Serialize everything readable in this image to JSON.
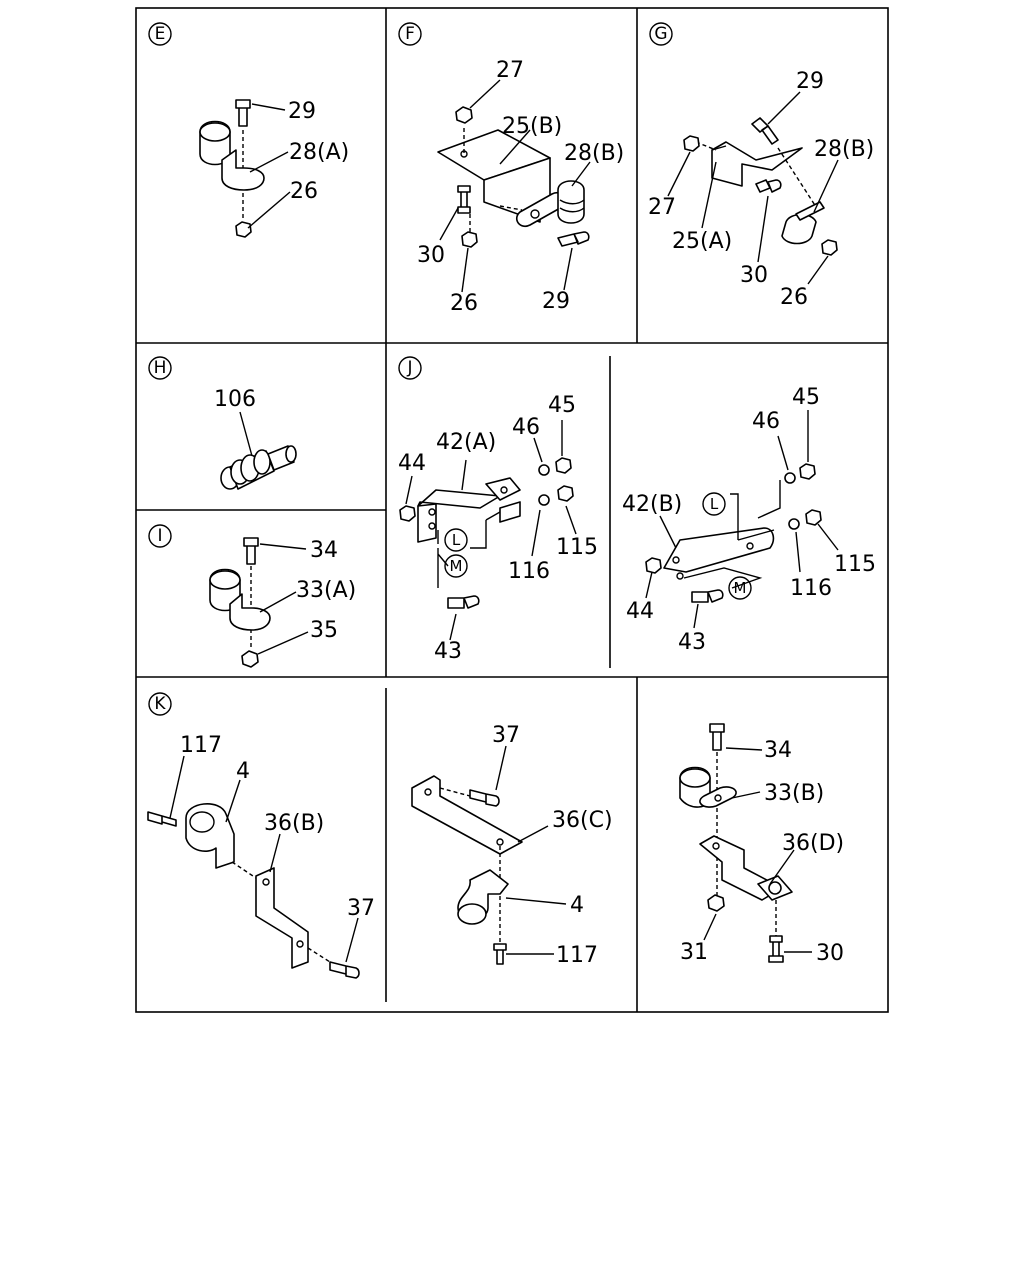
{
  "panels": {
    "E": {
      "letter": "E",
      "labels": {
        "p29": "29",
        "p28a": "28(A)",
        "p26": "26"
      }
    },
    "F": {
      "letter": "F",
      "labels": {
        "p27": "27",
        "p25b": "25(B)",
        "p28b": "28(B)",
        "p30": "30",
        "p26": "26",
        "p29": "29"
      }
    },
    "G": {
      "letter": "G",
      "labels": {
        "p29": "29",
        "p28b": "28(B)",
        "p27": "27",
        "p25a": "25(A)",
        "p30": "30",
        "p26": "26"
      }
    },
    "H": {
      "letter": "H",
      "labels": {
        "p106": "106"
      }
    },
    "I": {
      "letter": "I",
      "labels": {
        "p34": "34",
        "p33a": "33(A)",
        "p35": "35"
      }
    },
    "J": {
      "letter": "J",
      "left": {
        "p42a": "42(A)",
        "p46": "46",
        "p45": "45",
        "p44": "44",
        "p115": "115",
        "p116": "116",
        "p43": "43",
        "cL": "L",
        "cM": "M"
      },
      "right": {
        "p45": "45",
        "p46": "46",
        "p42b": "42(B)",
        "p115": "115",
        "p116": "116",
        "p44": "44",
        "p43": "43",
        "cL": "L",
        "cM": "M"
      }
    },
    "K": {
      "letter": "K",
      "left": {
        "p117": "117",
        "p4": "4",
        "p36b": "36(B)",
        "p37": "37"
      },
      "center": {
        "p37": "37",
        "p36c": "36(C)",
        "p4": "4",
        "p117": "117"
      },
      "right": {
        "p34": "34",
        "p33b": "33(B)",
        "p36d": "36(D)",
        "p31": "31",
        "p30": "30"
      }
    }
  }
}
